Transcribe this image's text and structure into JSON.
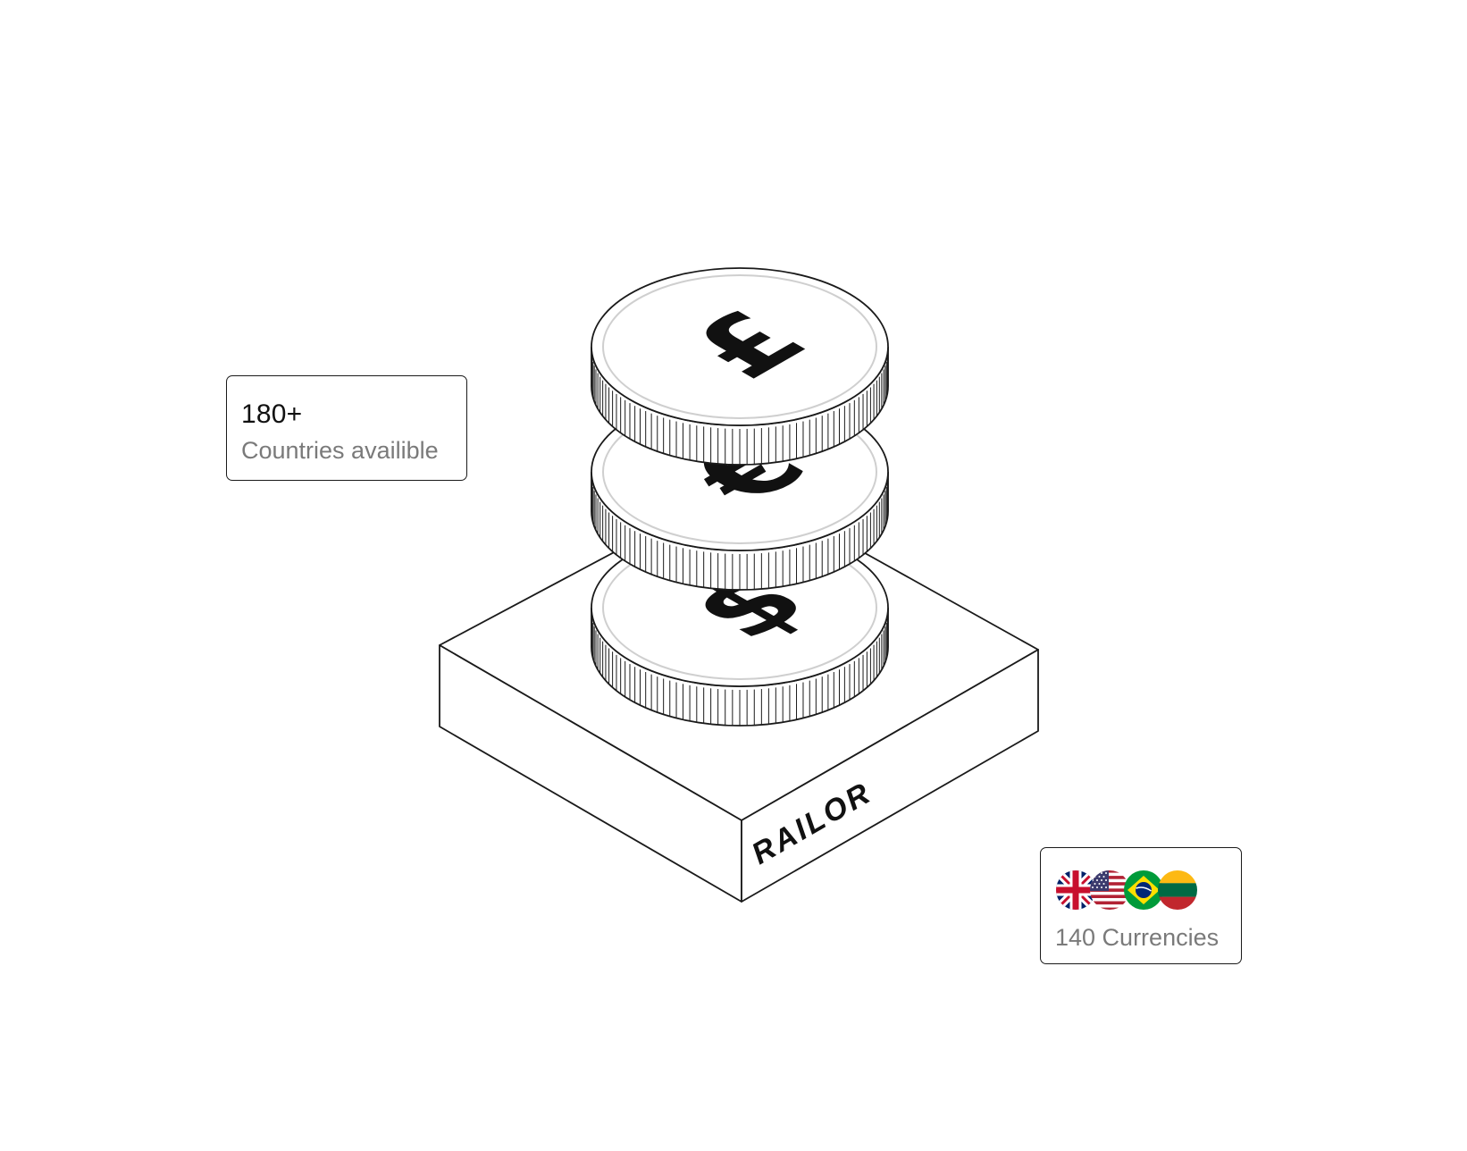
{
  "brand": {
    "logo_text": "RAILOR"
  },
  "coins": [
    {
      "symbol": "£",
      "name": "pound-coin"
    },
    {
      "symbol": "€",
      "name": "euro-coin"
    },
    {
      "symbol": "$",
      "name": "dollar-coin"
    }
  ],
  "countries_card": {
    "value": "180+",
    "label": "Countries availible"
  },
  "currencies_card": {
    "label": "140 Currencies",
    "flags": [
      "uk-flag-icon",
      "us-flag-icon",
      "brazil-flag-icon",
      "lithuania-flag-icon"
    ]
  },
  "colors": {
    "stroke": "#1a1a1a",
    "coin_ring": "#cfcfcf",
    "label_grey": "#7a7a7a"
  }
}
